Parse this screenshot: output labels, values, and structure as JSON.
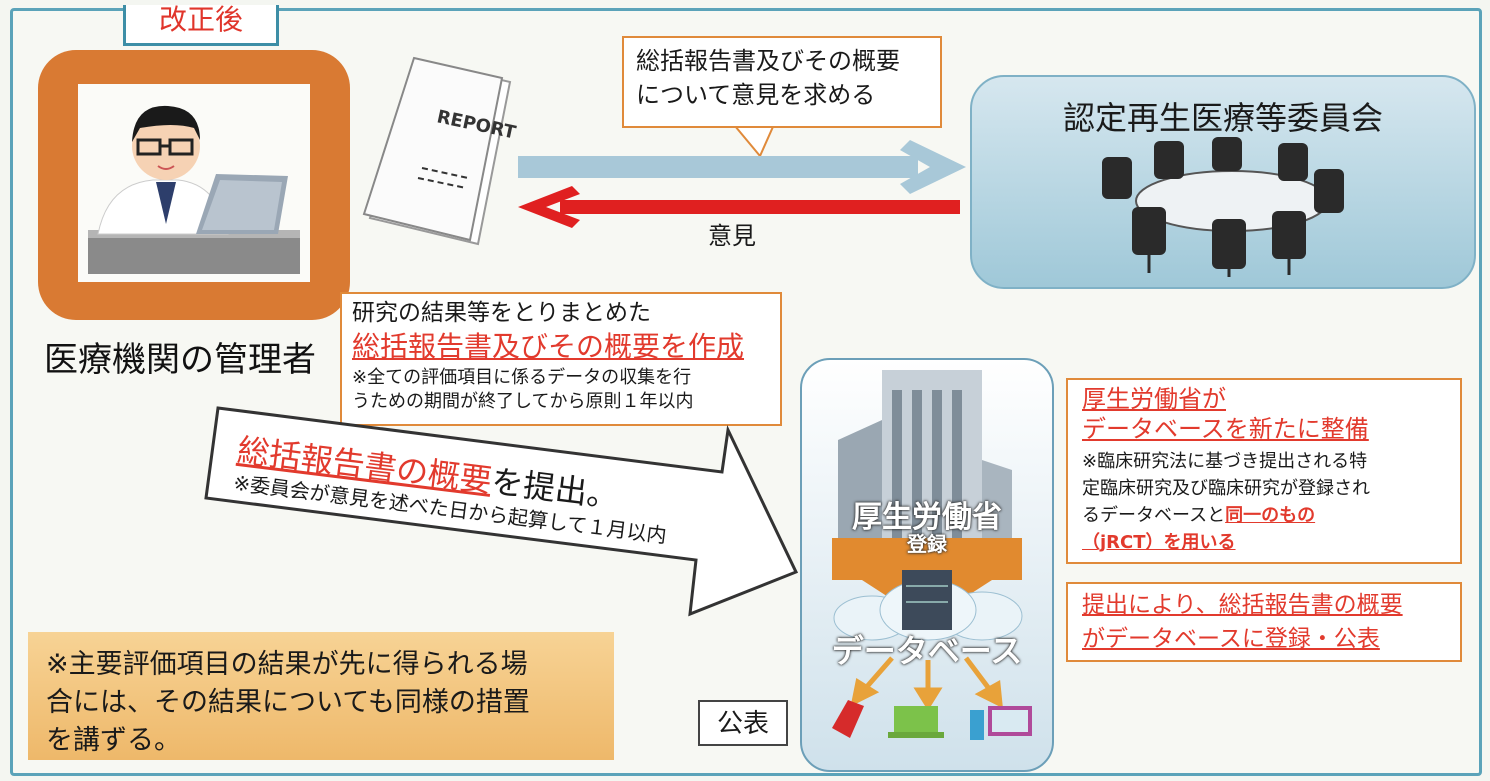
{
  "header": {
    "tab": "改正後"
  },
  "doctor": {
    "caption": "医療機関の管理者"
  },
  "report": {
    "label": "REPORT"
  },
  "speech": {
    "line1": "総括報告書及びその概要",
    "line2": "について意見を求める"
  },
  "feedback": {
    "label": "意見"
  },
  "committee": {
    "title": "認定再生医療等委員会"
  },
  "center_box": {
    "line1": "研究の結果等をとりまとめた",
    "line2": "総括報告書及びその概要を作成",
    "note1": "※全ての評価項目に係るデータの収集を行",
    "note2": "うための期間が終了してから原則１年以内"
  },
  "submit_arrow": {
    "red_part": "総括報告書の概要",
    "suffix": "を提出。",
    "note": "※委員会が意見を述べた日から起算して１月以内"
  },
  "mhlw_panel": {
    "ministry": "厚生労働省",
    "register": "登録",
    "database": "データベース",
    "publish": "公表"
  },
  "right_box1": {
    "title1": "厚生労働省が",
    "title2": "データベースを新たに整備",
    "note1": "※臨床研究法に基づき提出される特",
    "note2": "定臨床研究及び臨床研究が登録され",
    "note3_plain": "るデータベースと",
    "note3_red": "同一のもの",
    "note4": "（jRCT）を用いる"
  },
  "right_box2": {
    "line1": "提出により、総括報告書の概要",
    "line2": "がデータベースに登録・公表"
  },
  "bottom_note": {
    "line1": "※主要評価項目の結果が先に得られる場",
    "line2": "合には、その結果についても同様の措置",
    "line3": "を講ずる。"
  },
  "colors": {
    "accent_red": "#e23a2d",
    "orange": "#d97a33",
    "frame_blue": "#5ba3b9"
  }
}
